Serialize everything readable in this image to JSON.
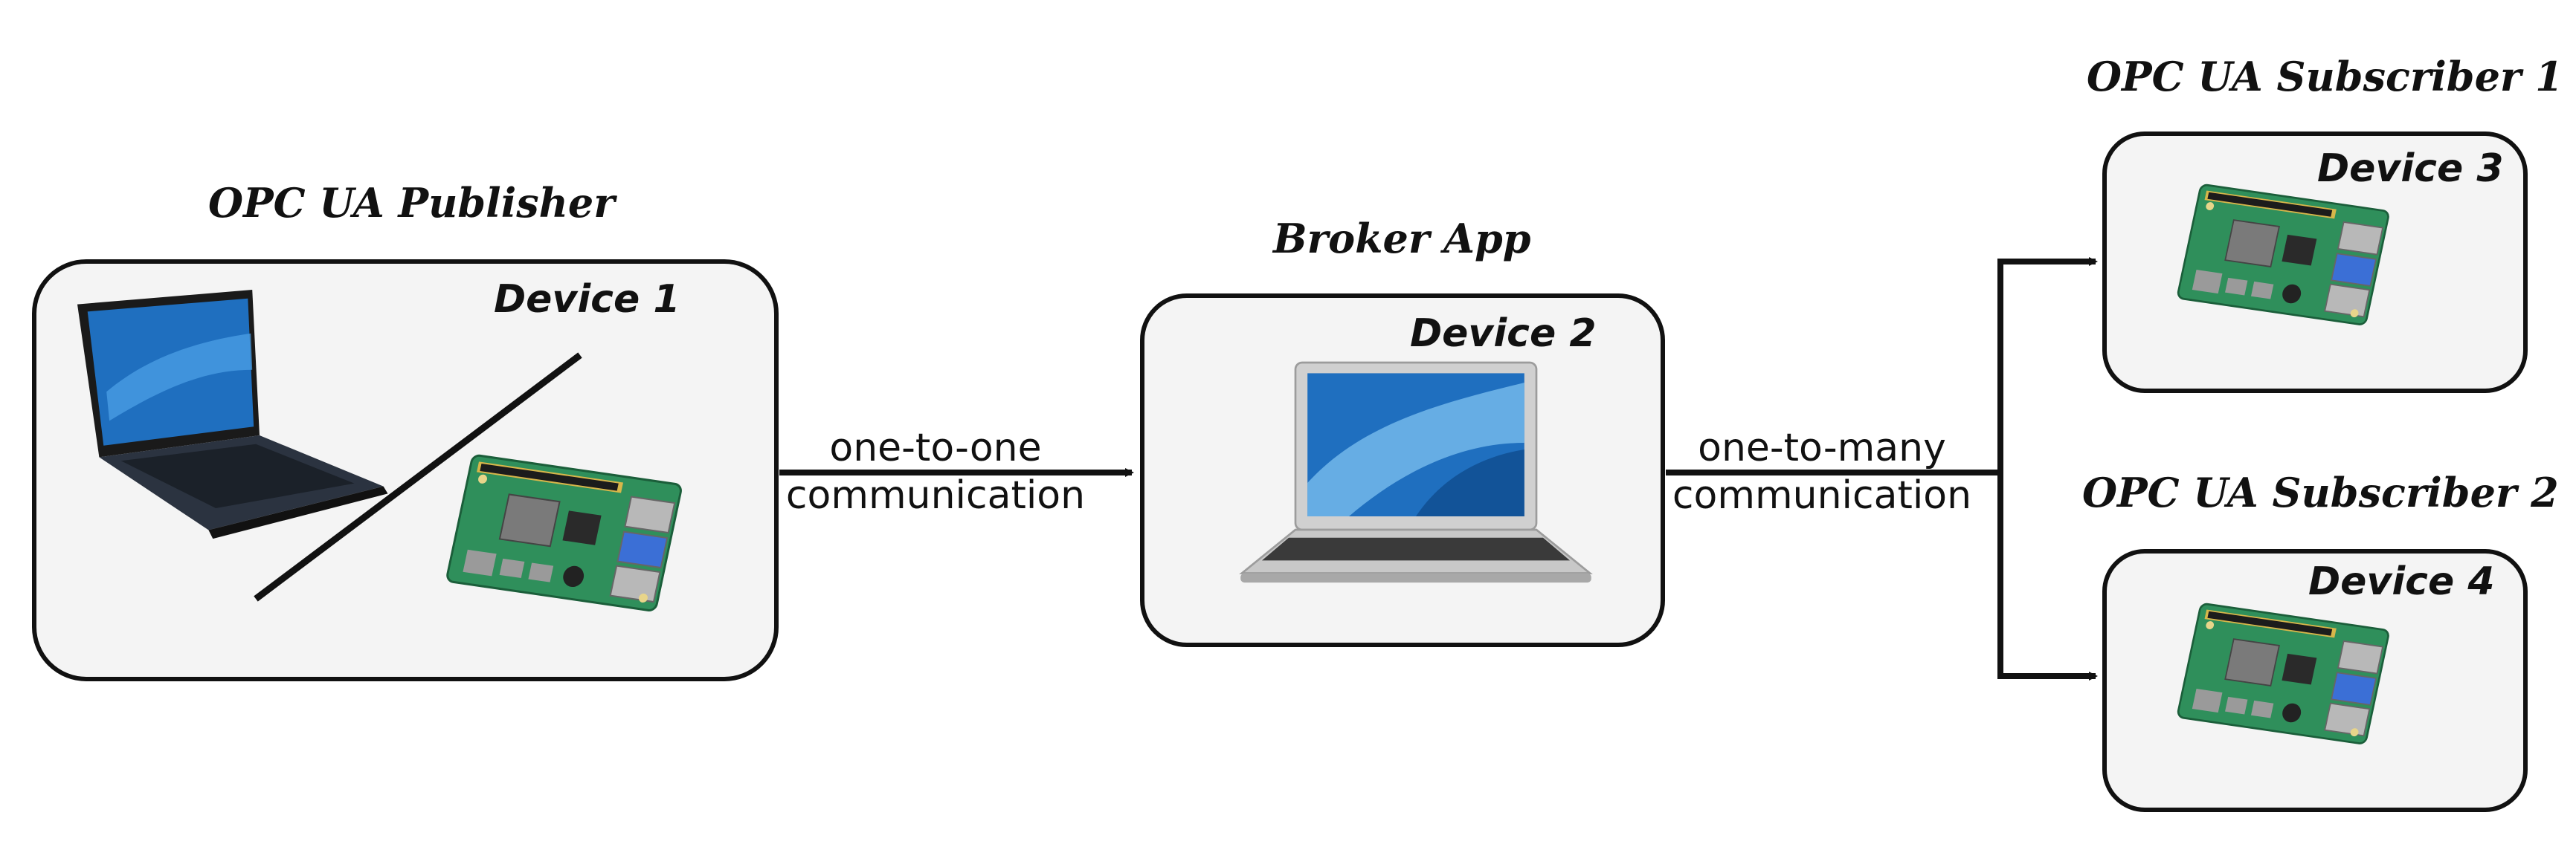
{
  "nodes": {
    "publisher": {
      "role": "OPC UA Publisher",
      "device": "Device 1"
    },
    "broker": {
      "role": "Broker App",
      "device": "Device 2"
    },
    "subscriber1": {
      "role": "OPC UA Subscriber 1",
      "device": "Device 3"
    },
    "subscriber2": {
      "role": "OPC UA Subscriber 2",
      "device": "Device 4"
    }
  },
  "edges": {
    "publisher_to_broker": {
      "line1": "one-to-one",
      "line2": "communication"
    },
    "broker_to_subscribers": {
      "line1": "one-to-many",
      "line2": "communication"
    }
  },
  "colors": {
    "box_fill": "#f4f4f4",
    "stroke": "#111111",
    "pcb_green": "#2f8f5b",
    "laptop_screen": "#1f6fbf",
    "laptop_silver": "#c8c8c8"
  },
  "icons": {
    "publisher": [
      "laptop-icon",
      "raspberry-pi-icon"
    ],
    "broker": "laptop-icon",
    "subscribers": "raspberry-pi-icon"
  }
}
